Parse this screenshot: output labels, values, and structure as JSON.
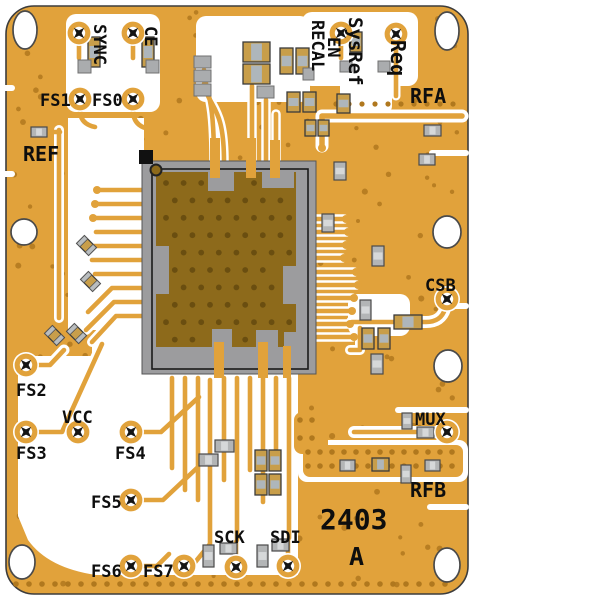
{
  "board": {
    "silkscreen_code": "2403",
    "revision": "A",
    "labels": {
      "sync": "SYNC",
      "ce": "CE",
      "recal": "RECAL",
      "en": "EN",
      "sysref": "SysRef",
      "req": "Req",
      "rfa": "RFA",
      "ref": "REF",
      "fs0": "FS0",
      "fs1": "FS1",
      "fs2": "FS2",
      "fs3": "FS3",
      "fs4": "FS4",
      "fs5": "FS5",
      "fs6": "FS6",
      "fs7": "FS7",
      "vcc": "VCC",
      "csb": "CSB",
      "mux": "MUX",
      "rfb": "RFB",
      "sck": "SCK",
      "sdi": "SDI"
    },
    "colors": {
      "gold": "#E1A23B",
      "via": "#B0781E",
      "silkscreen": "#FFFFFF",
      "chip_body": "#9C9C9E",
      "chip_pad": "#8D6A1B",
      "chip_via": "#6A4E10",
      "outline": "#3C3C3C",
      "text": "#0E0E0E"
    },
    "features": {
      "mounting_holes": 7,
      "test_points": 17
    }
  }
}
